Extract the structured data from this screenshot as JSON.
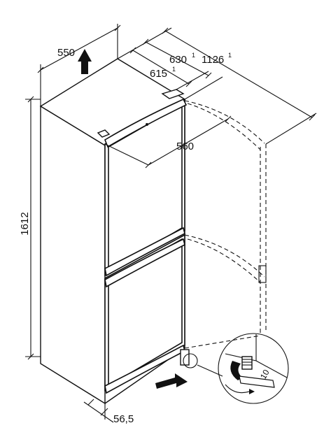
{
  "dimensions": {
    "width": "550",
    "depth_with_handle": "630",
    "depth_with_handle_note": "1",
    "door_open_depth": "1126",
    "door_open_depth_note": "1",
    "depth": "615",
    "depth_note": "1",
    "door_swing_clearance": "560",
    "height": "1612",
    "plinth_offset": "56,5",
    "wrench_size": "10"
  },
  "icons": [
    "up-arrow-icon",
    "right-arrow-icon",
    "wrench-icon",
    "rotate-arrow-icon"
  ],
  "colors": {
    "line": "#111111",
    "background": "#ffffff"
  }
}
